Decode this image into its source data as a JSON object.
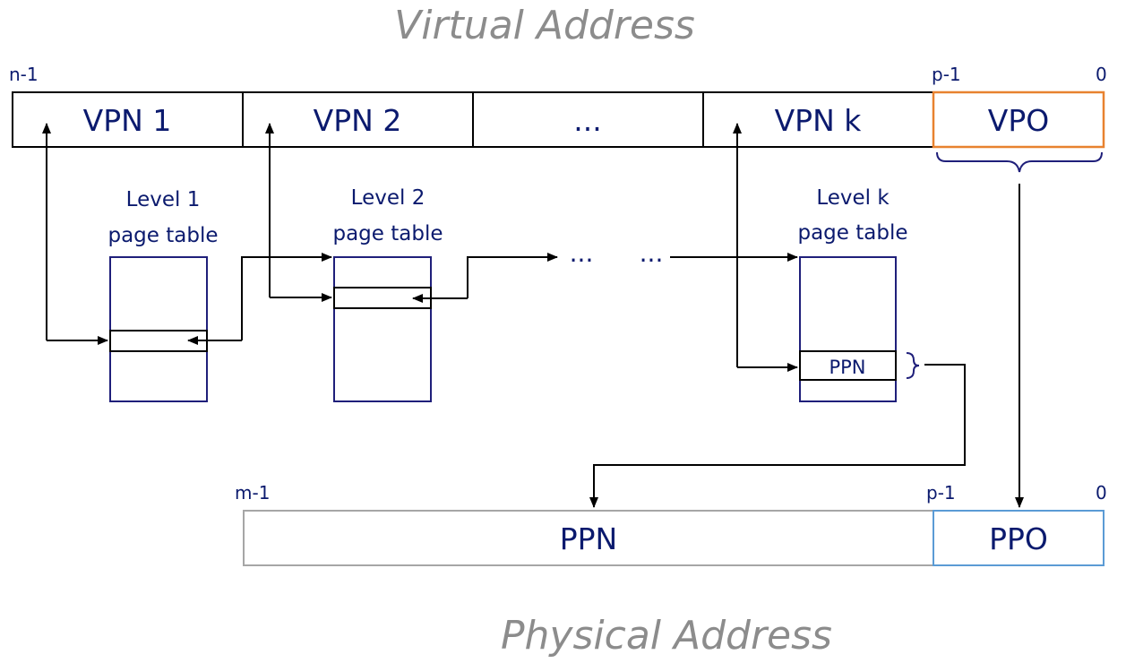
{
  "virtual_address": {
    "title": "Virtual Address",
    "bit_labels": {
      "high": "n-1",
      "mid": "p-1",
      "low": "0"
    },
    "fields": [
      "VPN 1",
      "VPN 2",
      "...",
      "VPN k",
      "VPO"
    ]
  },
  "page_tables": [
    {
      "line1": "Level 1",
      "line2": "page table"
    },
    {
      "line1": "Level 2",
      "line2": "page table"
    },
    {
      "line1": "Level k",
      "line2": "page table",
      "entry": "PPN"
    }
  ],
  "ellipsis": {
    "left": "...",
    "right": "..."
  },
  "physical_address": {
    "title": "Physical Address",
    "bit_labels": {
      "high": "m-1",
      "mid": "p-1",
      "low": "0"
    },
    "fields": [
      "PPN",
      "PPO"
    ]
  },
  "colors": {
    "text": "#0b1a6e",
    "title": "#8c8c8c",
    "vpo_border": "#e8822f",
    "ppo_border": "#5b9bd5",
    "ppn_border": "#a6a6a6",
    "table_border": "#1f1f7a"
  }
}
